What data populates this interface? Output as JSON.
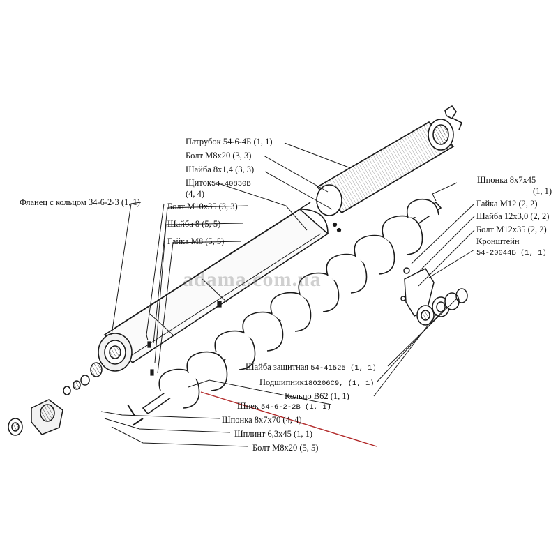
{
  "watermark": "adama.com.ua",
  "colors": {
    "ink": "#1a1a1a",
    "pointer": "#b22a2a",
    "background": "#ffffff"
  },
  "labels": {
    "patrubok": "Патрубок 54-6-4Б (1, 1)",
    "bolt_m8x20_top": "Болт М8х20 (3, 3)",
    "shaiba_8x14": "Шайба 8х1,4 (3, 3)",
    "shchitok": "Щиток",
    "shchitok_code": "54-40830В",
    "shchitok_qty": "(4, 4)",
    "flanets": "Фланец с кольцом 34-6-2-3 (1, 1)",
    "bolt_m10x35": "Болт М10х35 (3, 3)",
    "shaiba_8": "Шайба 8 (5, 5)",
    "gaika_m8": "Гайка М8 (5, 5)",
    "shponka_8x7x45": "Шпонка 8х7х45",
    "shponka_8x7x45_qty": "(1, 1)",
    "gaika_m12": "Гайка М12 (2, 2)",
    "shaiba_12x30": "Шайба 12х3,0 (2, 2)",
    "bolt_m12x35": "Болт М12х35 (2, 2)",
    "kronshtein": "Кронштейн",
    "kronshtein_code": "54-20044Б (1, 1)",
    "shaiba_zashchitnaya": "Шайба защитная",
    "shaiba_zashchitnaya_code": "54-41525 (1, 1)",
    "podshipnik": "Подшипник",
    "podshipnik_code": "180206С9, (1, 1)",
    "koltso_b62": "Кольцо В62 (1, 1)",
    "shnek": "Шнек",
    "shnek_code": "54-6-2-2В (1, 1)",
    "shponka_8x7x70": "Шпонка 8х7х70 (4, 4)",
    "shplint": "Шплинт 6,3х45 (1, 1)",
    "bolt_m8x20_bottom": "Болт М8х20 (5, 5)"
  }
}
